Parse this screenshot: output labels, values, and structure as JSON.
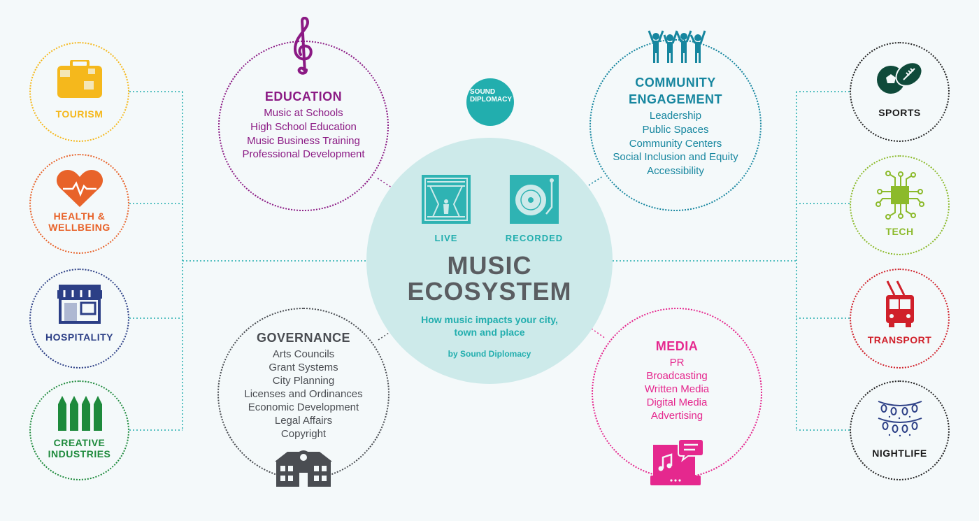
{
  "center": {
    "title_line1": "MUSIC",
    "title_line2": "ECOSYSTEM",
    "subtitle_line1": "How music impacts your city,",
    "subtitle_line2": "town and place",
    "byline": "by Sound Diplomacy",
    "live_label": "LIVE",
    "recorded_label": "RECORDED",
    "color": "#22aeae"
  },
  "logo": {
    "line1": "SOUND",
    "line2": "DIPLOMACY"
  },
  "education": {
    "title": "EDUCATION",
    "items": [
      "Music at Schools",
      "High School Education",
      "Music Business Training",
      "Professional Development"
    ],
    "color": "#8b1a84"
  },
  "community": {
    "title_line1": "COMMUNITY",
    "title_line2": "ENGAGEMENT",
    "items": [
      "Leadership",
      "Public Spaces",
      "Community Centers",
      "Social Inclusion and Equity",
      "Accessibility"
    ],
    "color": "#16869f"
  },
  "governance": {
    "title": "GOVERNANCE",
    "items": [
      "Arts Councils",
      "Grant Systems",
      "City Planning",
      "Licenses and Ordinances",
      "Economic Development",
      "Legal Affairs",
      "Copyright"
    ],
    "color": "#4a4d52"
  },
  "media": {
    "title": "MEDIA",
    "items": [
      "PR",
      "Broadcasting",
      "Written Media",
      "Digital Media",
      "Advertising"
    ],
    "color": "#e5288e"
  },
  "left": [
    {
      "line1": "TOURISM",
      "line2": "",
      "color": "#f5b81c"
    },
    {
      "line1": "HEALTH &",
      "line2": "WELLBEING",
      "color": "#e8632a"
    },
    {
      "line1": "HOSPITALITY",
      "line2": "",
      "color": "#2c3f86"
    },
    {
      "line1": "CREATIVE",
      "line2": "INDUSTRIES",
      "color": "#1e8a3c"
    }
  ],
  "right": [
    {
      "line1": "SPORTS",
      "line2": "",
      "color": "#0f4a3a"
    },
    {
      "line1": "TECH",
      "line2": "",
      "color": "#8cba2b"
    },
    {
      "line1": "TRANSPORT",
      "line2": "",
      "color": "#d0202a"
    },
    {
      "line1": "NIGHTLIFE",
      "line2": "",
      "color": "#2c3f86"
    }
  ],
  "connector_color": "#22aeae"
}
